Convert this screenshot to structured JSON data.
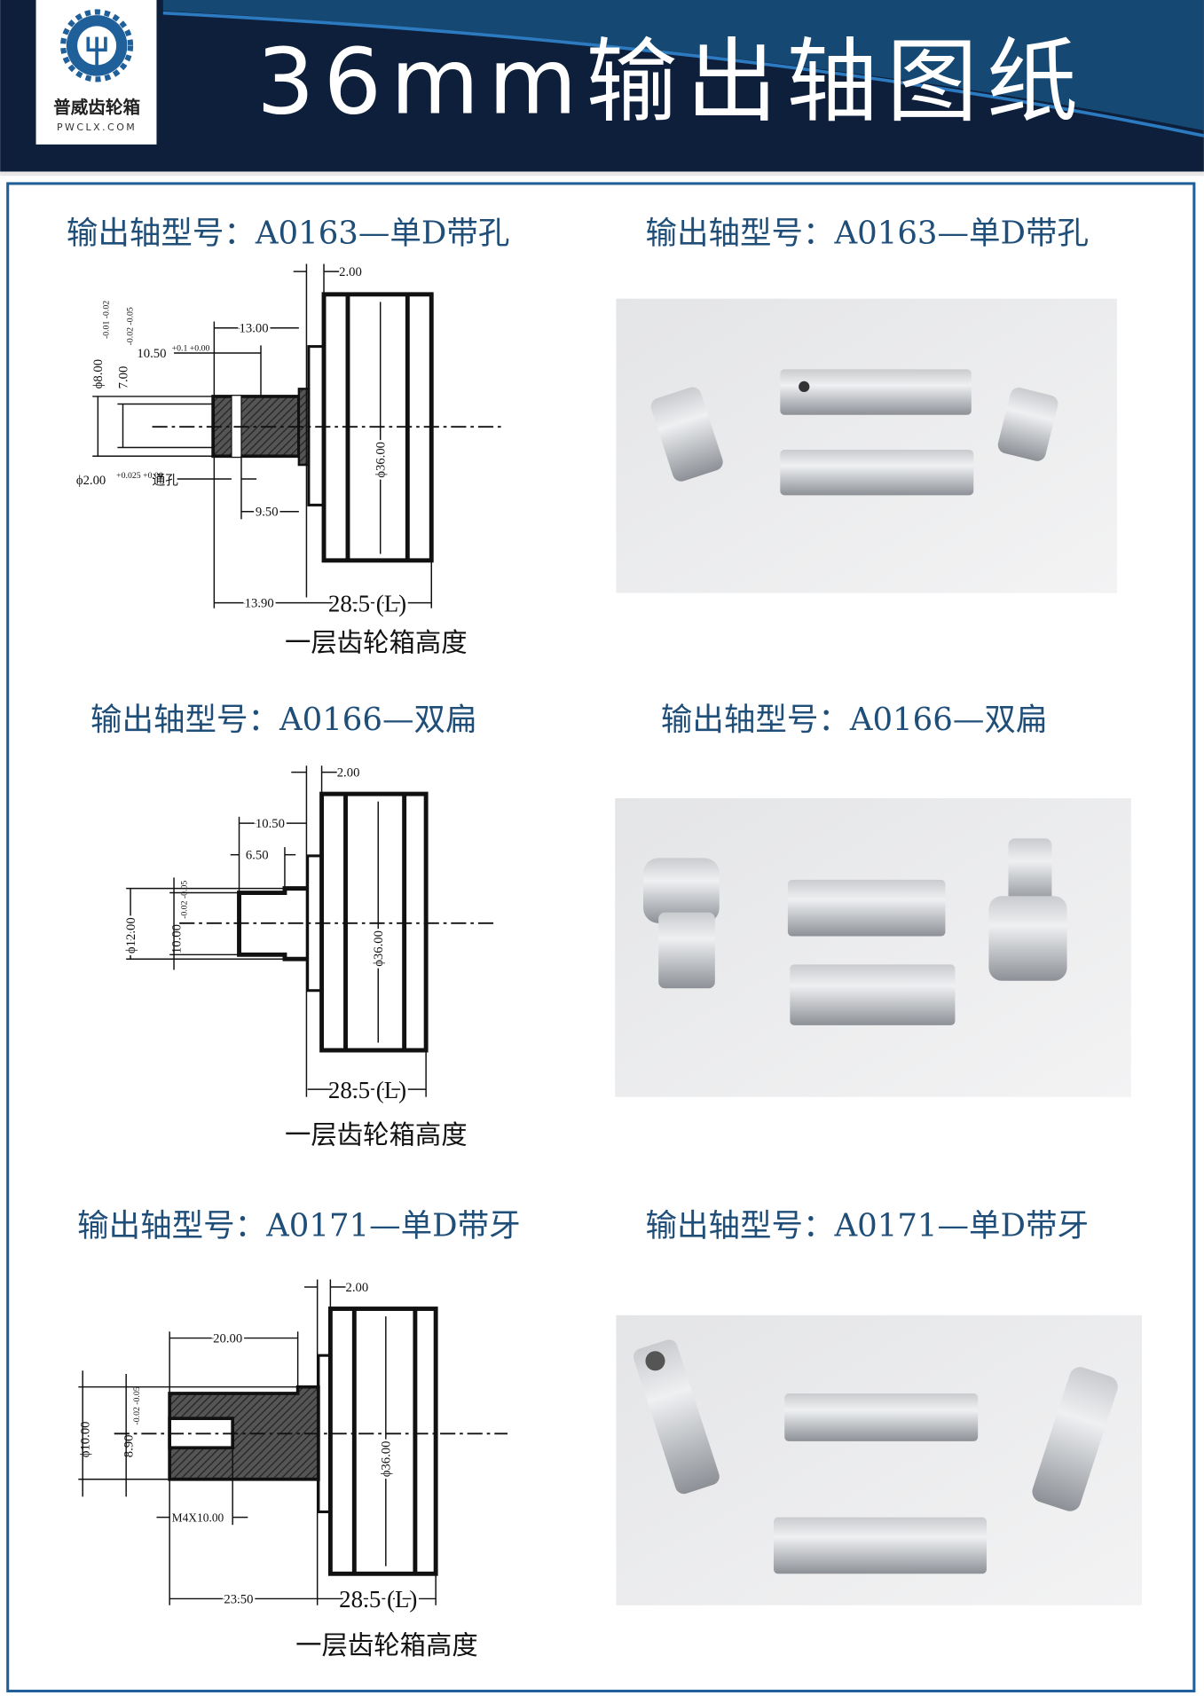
{
  "header": {
    "title": "36mm输出轴图纸",
    "logo_name": "普威齿轮箱",
    "logo_url": "PWCLX.COM"
  },
  "colors": {
    "header_bg": "#0d1f3a",
    "accent": "#1f5f9a",
    "title_text": "#1f4e79"
  },
  "sections": [
    {
      "title_left": "输出轴型号：A0163—单D带孔",
      "title_right": "输出轴型号：A0163—单D带孔",
      "dims": {
        "d1": "2.00",
        "d2": "13.00",
        "d3": "10.50",
        "d3_tol": "+0.1 +0.00",
        "d4": "ϕ8.00",
        "d4_tol": "-0.01 -0.02",
        "d5": "7.00",
        "d5_tol": "-0.02 -0.05",
        "d6": "ϕ2.00",
        "d6_tol": "+0.025 +0.00",
        "d6_note": "通孔",
        "d7": "9.50",
        "d8": "13.90",
        "d9": "ϕ36.00",
        "length": "28.5 (L)"
      },
      "caption": "一层齿轮箱高度"
    },
    {
      "title_left": "输出轴型号：A0166—双扁",
      "title_right": "输出轴型号：A0166—双扁",
      "dims": {
        "d1": "2.00",
        "d2": "10.50",
        "d3": "6.50",
        "d4": "ϕ12.00",
        "d5": "10.00",
        "d5_tol": "-0.02 -0.05",
        "d9": "ϕ36.00",
        "length": "28.5 (L)"
      },
      "caption": "一层齿轮箱高度"
    },
    {
      "title_left": "输出轴型号：A0171—单D带牙",
      "title_right": "输出轴型号：A0171—单D带牙",
      "dims": {
        "d1": "2.00",
        "d2": "20.00",
        "d4": "ϕ10.00",
        "d5": "8.90",
        "d5_tol": "-0.02 -0.05",
        "d6": "M4X10.00",
        "d8": "23.50",
        "d9": "ϕ36.00",
        "length": "28.5 (L)"
      },
      "caption": "一层齿轮箱高度"
    }
  ]
}
